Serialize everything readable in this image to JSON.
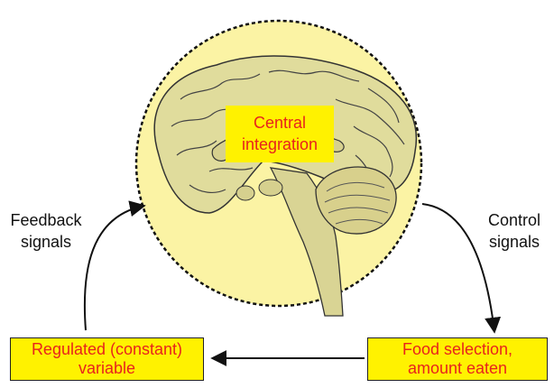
{
  "central": {
    "line1": "Central",
    "line2": "integration"
  },
  "left_label": {
    "line1": "Feedback",
    "line2": "signals"
  },
  "right_label": {
    "line1": "Control",
    "line2": "signals"
  },
  "box_left": {
    "line1": "Regulated (constant)",
    "line2": "variable"
  },
  "box_right": {
    "line1": "Food selection,",
    "line2": "amount eaten"
  },
  "colors": {
    "circle_fill": "#fbf3a4",
    "brain_fill": "#e0dc9c",
    "box_fill": "#fff200",
    "box_text": "#e8231c",
    "line": "#111111"
  }
}
